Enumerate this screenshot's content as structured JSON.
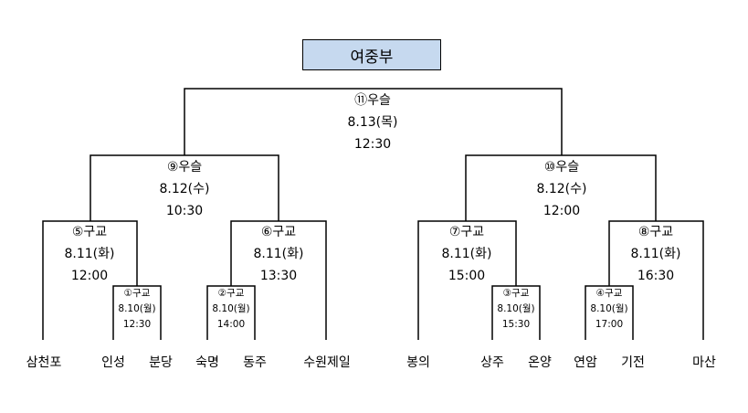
{
  "title": "여중부",
  "teams": [
    "삼천포",
    "인성",
    "분당",
    "숙명",
    "동주",
    "수원제일",
    "봉의",
    "상주",
    "온양",
    "연암",
    "기전",
    "마산"
  ],
  "matches": {
    "m1": {
      "round": "①구교",
      "date": "8.10(월)",
      "time": "12:30"
    },
    "m2": {
      "round": "②구교",
      "date": "8.10(월)",
      "time": "14:00"
    },
    "m3": {
      "round": "③구교",
      "date": "8.10(월)",
      "time": "15:30"
    },
    "m4": {
      "round": "④구교",
      "date": "8.10(월)",
      "time": "17:00"
    },
    "m5": {
      "round": "⑤구교",
      "date": "8.11(화)",
      "time": "12:00"
    },
    "m6": {
      "round": "⑥구교",
      "date": "8.11(화)",
      "time": "13:30"
    },
    "m7": {
      "round": "⑦구교",
      "date": "8.11(화)",
      "time": "15:00"
    },
    "m8": {
      "round": "⑧구교",
      "date": "8.11(화)",
      "time": "16:30"
    },
    "m9": {
      "round": "⑨우슬",
      "date": "8.12(수)",
      "time": "10:30"
    },
    "m10": {
      "round": "⑩우슬",
      "date": "8.12(수)",
      "time": "12:00"
    },
    "m11": {
      "round": "⑪우슬",
      "date": "8.13(목)",
      "time": "12:30"
    }
  }
}
